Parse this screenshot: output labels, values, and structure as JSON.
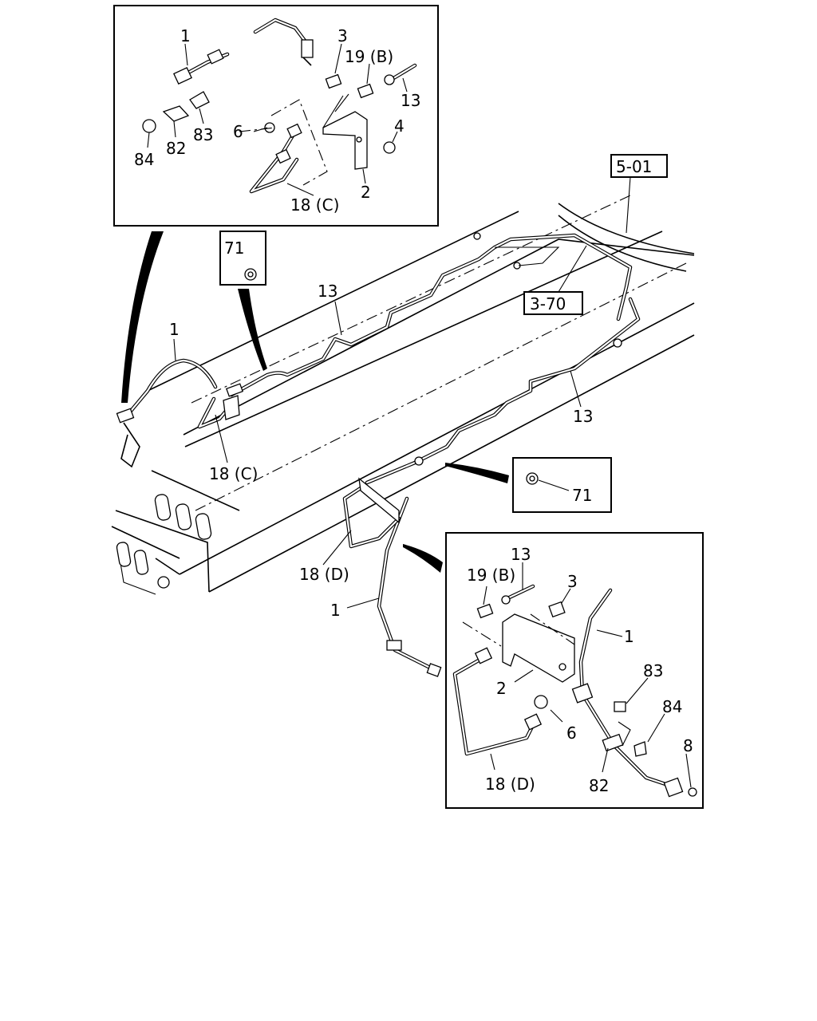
{
  "callouts": {
    "ref_5_01": "5-01",
    "ref_3_70": "3-70",
    "l1": "1",
    "l2": "2",
    "l3": "3",
    "l4": "4",
    "l6": "6",
    "l8": "8",
    "l13": "13",
    "l19b": "19 (B)",
    "l18c": "18 (C)",
    "l18d": "18 (D)",
    "l71": "71",
    "l82": "82",
    "l83": "83",
    "l84": "84"
  }
}
